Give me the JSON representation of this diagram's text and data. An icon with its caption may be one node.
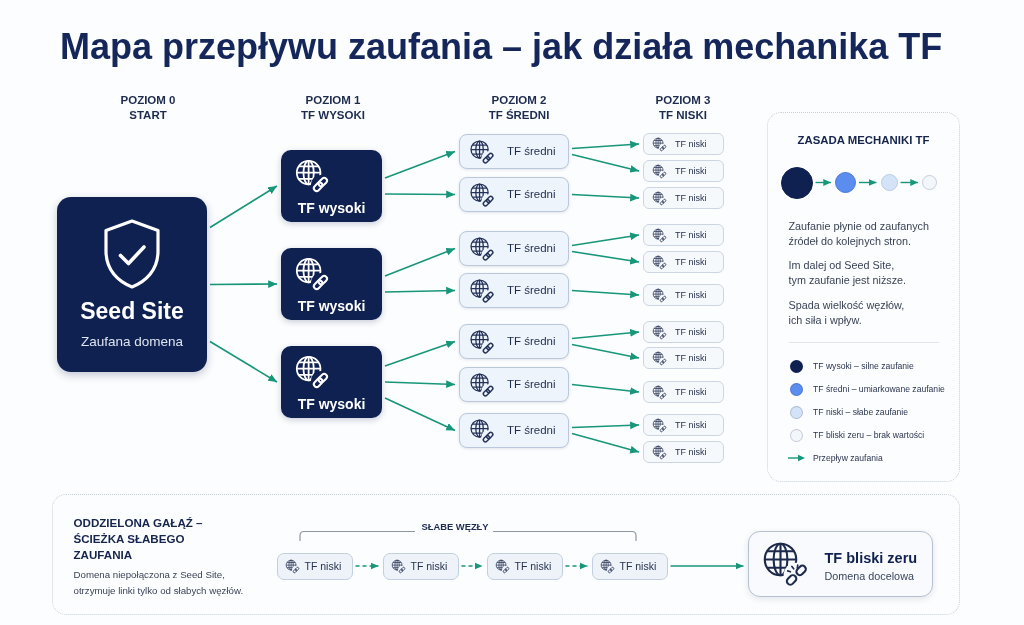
{
  "diagram": {
    "title": "Mapa przepływu zaufania – jak działa mechanika TF",
    "nodes": [
      {
        "text": [
          "Seed Site",
          "Zaufana domena"
        ]
      },
      {
        "text": [
          "TF wysoki"
        ]
      },
      {
        "text": [
          "TF wysoki"
        ]
      },
      {
        "text": [
          "TF wysoki"
        ]
      },
      {
        "text": [
          "TF średni"
        ]
      },
      {
        "text": [
          "TF średni"
        ]
      },
      {
        "text": [
          "TF średni"
        ]
      },
      {
        "text": [
          "TF średni"
        ]
      },
      {
        "text": [
          "TF średni"
        ]
      },
      {
        "text": [
          "TF średni"
        ]
      },
      {
        "text": [
          "TF średni"
        ]
      },
      {
        "text": [
          "TF niski"
        ]
      },
      {
        "text": [
          "TF niski"
        ]
      },
      {
        "text": [
          "TF niski"
        ]
      },
      {
        "text": [
          "TF niski"
        ]
      },
      {
        "text": [
          "TF niski"
        ]
      },
      {
        "text": [
          "TF niski"
        ]
      },
      {
        "text": [
          "TF niski"
        ]
      },
      {
        "text": [
          "TF niski"
        ]
      },
      {
        "text": [
          "TF niski"
        ]
      },
      {
        "text": [
          "TF niski"
        ]
      },
      {
        "text": [
          "TF niski"
        ]
      },
      {
        "text": [
          "ZASADA MECHANIKI TF",
          "Zaufanie płynie od zaufanych źródeł do kolejnych stron.",
          "Im dalej od Seed Site, tym zaufanie jest niższe.",
          "Spada wielkość węzłów, ich siła i wpływ."
        ]
      },
      {
        "text": [],
        "shape": "circle",
        "in": 22
      },
      {
        "text": [],
        "shape": "circle",
        "in": 22
      },
      {
        "text": [],
        "shape": "circle",
        "in": 22
      },
      {
        "text": [],
        "shape": "circle",
        "in": 22
      },
      {
        "text": [
          "ODDZIELONA GAŁĄŹ – ŚCIEŻKA SŁABEGO ZAUFANIA",
          "Domena niepołączona z Seed Site, otrzymuje linki tylko od słabych węzłów."
        ]
      },
      {
        "text": [
          "TF niski"
        ],
        "in": 27
      },
      {
        "text": [
          "TF niski"
        ],
        "in": 27
      },
      {
        "text": [
          "TF niski"
        ],
        "in": 27
      },
      {
        "text": [
          "TF niski"
        ],
        "in": 27
      },
      {
        "text": [
          "TF bliski zeru",
          "Domena docelowa"
        ],
        "in": 27
      }
    ],
    "edges": [
      {
        "from": 0,
        "to": 1,
        "arrow": "to"
      },
      {
        "from": 0,
        "to": 2,
        "arrow": "to"
      },
      {
        "from": 0,
        "to": 3,
        "arrow": "to"
      },
      {
        "from": 1,
        "to": 4,
        "arrow": "to"
      },
      {
        "from": 1,
        "to": 5,
        "arrow": "to"
      },
      {
        "from": 2,
        "to": 6,
        "arrow": "to"
      },
      {
        "from": 2,
        "to": 7,
        "arrow": "to"
      },
      {
        "from": 3,
        "to": 8,
        "arrow": "to"
      },
      {
        "from": 3,
        "to": 9,
        "arrow": "to"
      },
      {
        "from": 3,
        "to": 10,
        "arrow": "to"
      },
      {
        "from": 4,
        "to": 11,
        "arrow": "to"
      },
      {
        "from": 4,
        "to": 12,
        "arrow": "to"
      },
      {
        "from": 5,
        "to": 13,
        "arrow": "to"
      },
      {
        "from": 6,
        "to": 14,
        "arrow": "to"
      },
      {
        "from": 6,
        "to": 15,
        "arrow": "to"
      },
      {
        "from": 7,
        "to": 16,
        "arrow": "to"
      },
      {
        "from": 8,
        "to": 17,
        "arrow": "to"
      },
      {
        "from": 8,
        "to": 18,
        "arrow": "to"
      },
      {
        "from": 9,
        "to": 19,
        "arrow": "to"
      },
      {
        "from": 10,
        "to": 20,
        "arrow": "to"
      },
      {
        "from": 10,
        "to": 21,
        "arrow": "to"
      },
      {
        "from": 23,
        "to": 24,
        "arrow": "to"
      },
      {
        "from": 24,
        "to": 25,
        "arrow": "to"
      },
      {
        "from": 25,
        "to": 26,
        "arrow": "to"
      },
      {
        "from": 28,
        "to": 29,
        "arrow": "to",
        "style": "dashed"
      },
      {
        "from": 29,
        "to": 30,
        "arrow": "to",
        "style": "dashed"
      },
      {
        "from": 30,
        "to": 31,
        "arrow": "to",
        "style": "dashed"
      },
      {
        "from": 31,
        "to": 32,
        "arrow": "to"
      }
    ],
    "labels": [
      "POZIOM 0 START",
      "POZIOM 1 TF WYSOKI",
      "POZIOM 2 TF ŚREDNI",
      "POZIOM 3 TF NISKI",
      "SŁABE WĘZŁY"
    ],
    "legend": [
      {
        "text": "TF wysoki – silne zaufanie",
        "color": "#0f2150"
      },
      {
        "text": "TF średni – umiarkowane zaufanie",
        "color": "#5b8def"
      },
      {
        "text": "TF niski – słabe zaufanie",
        "color": "#d4e3f7"
      },
      {
        "text": "TF bliski zeru – brak wartości",
        "color": "#f3f6fa"
      },
      {
        "text": "Przepływ zaufania"
      }
    ]
  }
}
